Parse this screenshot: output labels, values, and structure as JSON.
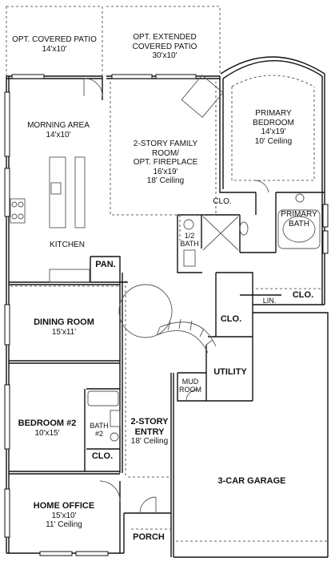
{
  "rooms": {
    "opt_covered_patio": {
      "name": "OPT. COVERED PATIO",
      "size": "14'x10'"
    },
    "opt_extended_patio": {
      "name_line1": "OPT. EXTENDED",
      "name_line2": "COVERED PATIO",
      "size": "30'x10'"
    },
    "primary_bedroom": {
      "name_line1": "PRIMARY",
      "name_line2": "BEDROOM",
      "size": "14'x19'",
      "ceiling": "10' Ceiling"
    },
    "morning_area": {
      "name": "MORNING AREA",
      "size": "14'x10'"
    },
    "family_room": {
      "name_line1": "2-STORY FAMILY",
      "name_line2": "ROOM/",
      "name_line3": "OPT. FIREPLACE",
      "size": "16'x19'",
      "ceiling": "18' Ceiling"
    },
    "kitchen": {
      "name": "KITCHEN"
    },
    "pantry": {
      "name": "PAN."
    },
    "half_bath": {
      "num": "1/2",
      "name": "BATH"
    },
    "primary_closet": {
      "name": "CLO."
    },
    "primary_bath": {
      "name_line1": "PRIMARY",
      "name_line2": "BATH"
    },
    "dining_room": {
      "name": "DINING ROOM",
      "size": "15'x11'"
    },
    "linen": {
      "name": "LIN."
    },
    "closet_right": {
      "name": "CLO."
    },
    "closet_center": {
      "name": "CLO."
    },
    "utility": {
      "name": "UTILITY"
    },
    "mud_room": {
      "name_line1": "MUD",
      "name_line2": "ROOM"
    },
    "bedroom2": {
      "name": "BEDROOM #2",
      "size": "10'x15'"
    },
    "bath2": {
      "name": "BATH",
      "num": "#2"
    },
    "closet_bed2": {
      "name": "CLO."
    },
    "entry": {
      "name_line1": "2-STORY",
      "name_line2": "ENTRY",
      "ceiling": "18' Ceiling"
    },
    "garage": {
      "name": "3-CAR GARAGE"
    },
    "home_office": {
      "name": "HOME OFFICE",
      "size": "15'x10'",
      "ceiling": "11' Ceiling"
    },
    "porch": {
      "name": "PORCH"
    }
  },
  "colors": {
    "wall": "#111111",
    "dash": "#333333",
    "fixture": "#555555"
  }
}
